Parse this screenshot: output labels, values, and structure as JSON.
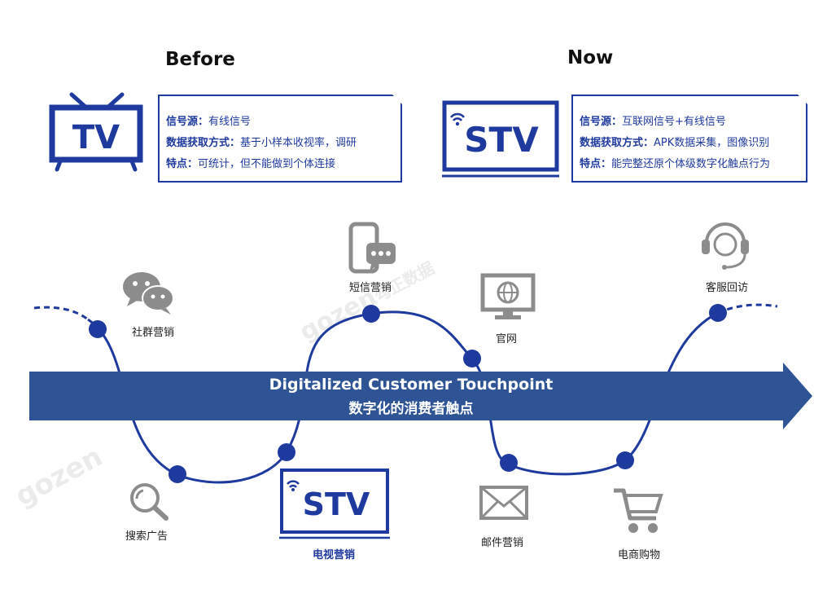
{
  "before": {
    "heading": "Before",
    "device_label": "TV",
    "info": {
      "signal_key": "信号源：",
      "signal_val": "有线信号",
      "method_key": "数据获取方式：",
      "method_val": "基于小样本收视率，调研",
      "feature_key": "特点：",
      "feature_val": "可统计，但不能做到个体连接"
    }
  },
  "now": {
    "heading": "Now",
    "device_label": "STV",
    "info": {
      "signal_key": "信号源：",
      "signal_val": "互联网信号+有线信号",
      "method_key": "数据获取方式：",
      "method_val": "APK数据采集，图像识别",
      "feature_key": "特点：",
      "feature_val": "能完整还原个体级数字化触点行为"
    }
  },
  "arrow": {
    "title_en": "Digitalized Customer Touchpoint",
    "title_cn": "数字化的消费者触点"
  },
  "touchpoints": {
    "social": "社群营销",
    "search": "搜索广告",
    "stv_device": "STV",
    "stv_marketing": "电视营销",
    "sms": "短信营销",
    "website": "官网",
    "email": "邮件营销",
    "ecommerce": "电商购物",
    "service": "客服回访"
  },
  "watermark": {
    "brand": "gozen",
    "cn": "勾正数据"
  },
  "colors": {
    "primary_blue": "#1f3a9e",
    "arrow_blue": "#2e5496",
    "icon_gray": "#8c8c8c",
    "watermark_gray": "#c7c7c7"
  }
}
